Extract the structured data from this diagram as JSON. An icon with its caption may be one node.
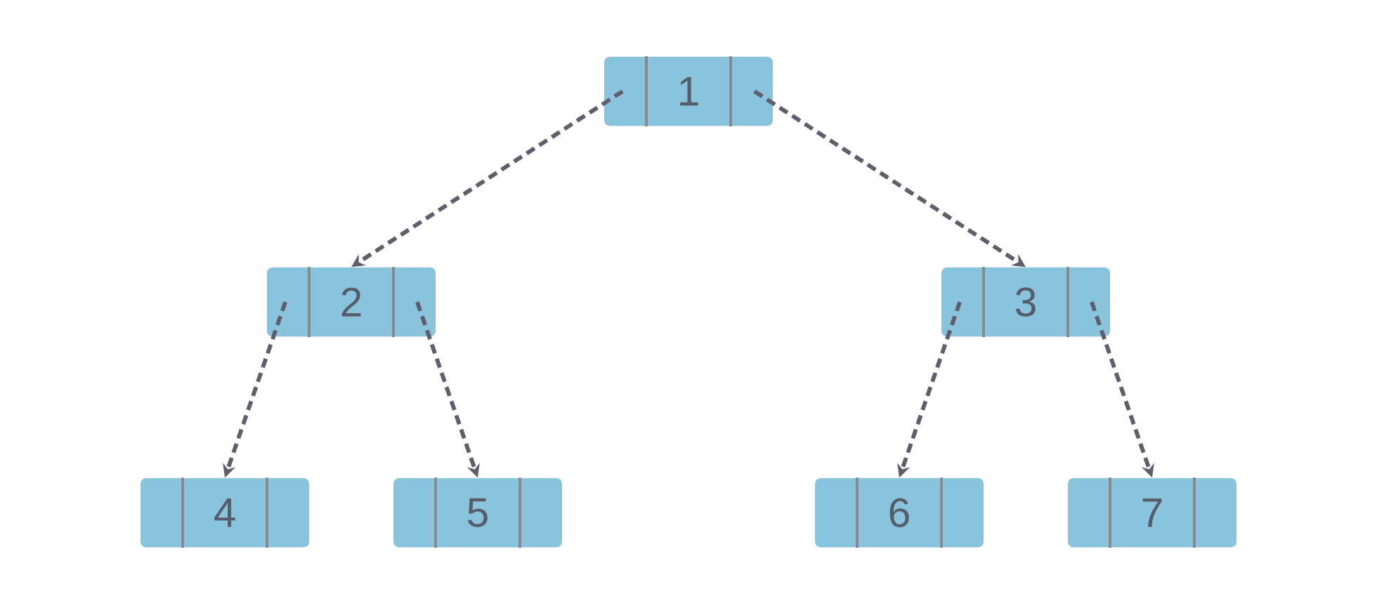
{
  "diagram": {
    "nodes": [
      {
        "text": [
          "1"
        ]
      },
      {
        "text": [
          "2"
        ]
      },
      {
        "text": [
          "3"
        ]
      },
      {
        "text": [
          "4"
        ]
      },
      {
        "text": [
          "5"
        ]
      },
      {
        "text": [
          "6"
        ]
      },
      {
        "text": [
          "7"
        ]
      }
    ],
    "edges": [
      {
        "from": 0,
        "to": 1,
        "arrow": "to",
        "style": "dashed"
      },
      {
        "from": 0,
        "to": 2,
        "arrow": "to",
        "style": "dashed"
      },
      {
        "from": 1,
        "to": 3,
        "arrow": "to",
        "style": "dashed"
      },
      {
        "from": 1,
        "to": 4,
        "arrow": "to",
        "style": "dashed"
      },
      {
        "from": 2,
        "to": 5,
        "arrow": "to",
        "style": "dashed"
      },
      {
        "from": 2,
        "to": 6,
        "arrow": "to",
        "style": "dashed"
      }
    ]
  }
}
